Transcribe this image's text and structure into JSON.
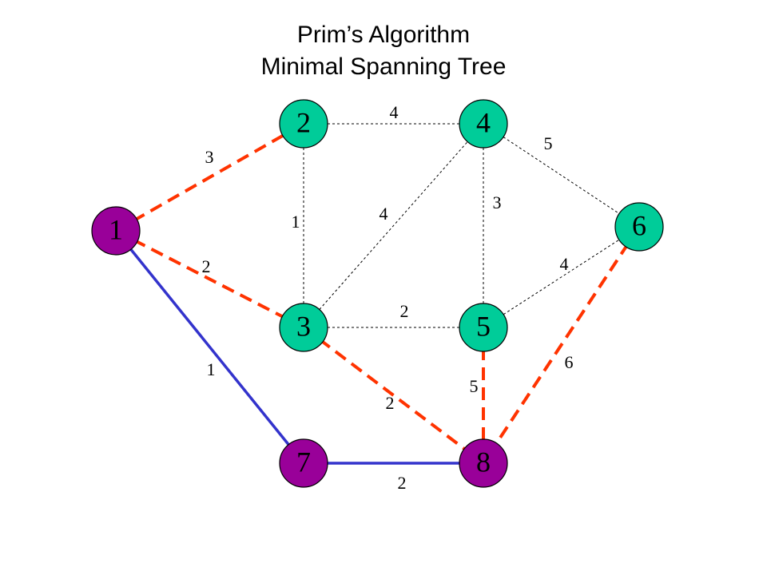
{
  "title": {
    "line1": "Prim’s Algorithm",
    "line2": "Minimal Spanning Tree"
  },
  "colors": {
    "visited_node": "#990099",
    "unvisited_node": "#00cc99",
    "tree_edge": "#3333cc",
    "candidate_edge": "#ff3300",
    "other_edge": "#000000"
  },
  "nodes": [
    {
      "id": "1",
      "label": "1",
      "state": "visited"
    },
    {
      "id": "2",
      "label": "2",
      "state": "unvisited"
    },
    {
      "id": "3",
      "label": "3",
      "state": "unvisited"
    },
    {
      "id": "4",
      "label": "4",
      "state": "unvisited"
    },
    {
      "id": "5",
      "label": "5",
      "state": "unvisited"
    },
    {
      "id": "6",
      "label": "6",
      "state": "unvisited"
    },
    {
      "id": "7",
      "label": "7",
      "state": "visited"
    },
    {
      "id": "8",
      "label": "8",
      "state": "visited"
    }
  ],
  "edges": [
    {
      "from": "1",
      "to": "2",
      "weight": "3",
      "kind": "candidate"
    },
    {
      "from": "1",
      "to": "3",
      "weight": "2",
      "kind": "candidate"
    },
    {
      "from": "1",
      "to": "7",
      "weight": "1",
      "kind": "tree"
    },
    {
      "from": "2",
      "to": "4",
      "weight": "4",
      "kind": "other"
    },
    {
      "from": "2",
      "to": "3",
      "weight": "1",
      "kind": "other"
    },
    {
      "from": "3",
      "to": "4",
      "weight": "4",
      "kind": "other"
    },
    {
      "from": "4",
      "to": "5",
      "weight": "3",
      "kind": "other"
    },
    {
      "from": "4",
      "to": "6",
      "weight": "5",
      "kind": "other"
    },
    {
      "from": "3",
      "to": "5",
      "weight": "2",
      "kind": "other"
    },
    {
      "from": "5",
      "to": "6",
      "weight": "4",
      "kind": "other"
    },
    {
      "from": "3",
      "to": "8",
      "weight": "2",
      "kind": "candidate"
    },
    {
      "from": "5",
      "to": "8",
      "weight": "5",
      "kind": "candidate"
    },
    {
      "from": "6",
      "to": "8",
      "weight": "6",
      "kind": "candidate"
    },
    {
      "from": "7",
      "to": "8",
      "weight": "2",
      "kind": "tree"
    }
  ]
}
